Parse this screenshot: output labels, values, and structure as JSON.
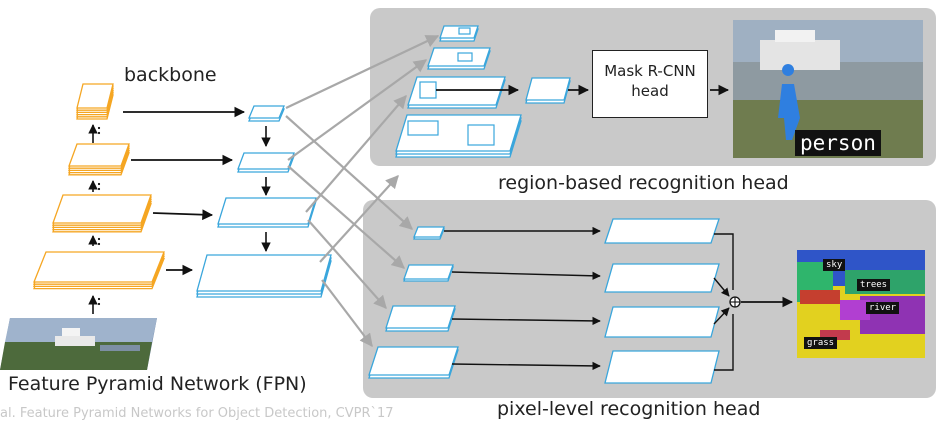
{
  "labels": {
    "backbone": "backbone",
    "fpn": "Feature Pyramid Network (FPN)",
    "region_head": "region-based recognition head",
    "pixel_head": "pixel-level recognition head",
    "mask_rcnn_line1": "Mask R-CNN",
    "mask_rcnn_line2": "head",
    "citation": "al. Feature Pyramid Networks for Object Detection, CVPR`17"
  },
  "images": {
    "instance_tag": "person",
    "semantic_tags": [
      "sky",
      "trees",
      "river",
      "grass"
    ]
  },
  "colors": {
    "backbone_feature": "#f5a623",
    "fpn_feature": "#3aa6dc",
    "panel_bg": "#c9c9c9",
    "arrow_gray": "#a8a8a8",
    "arrow_black": "#111111"
  }
}
